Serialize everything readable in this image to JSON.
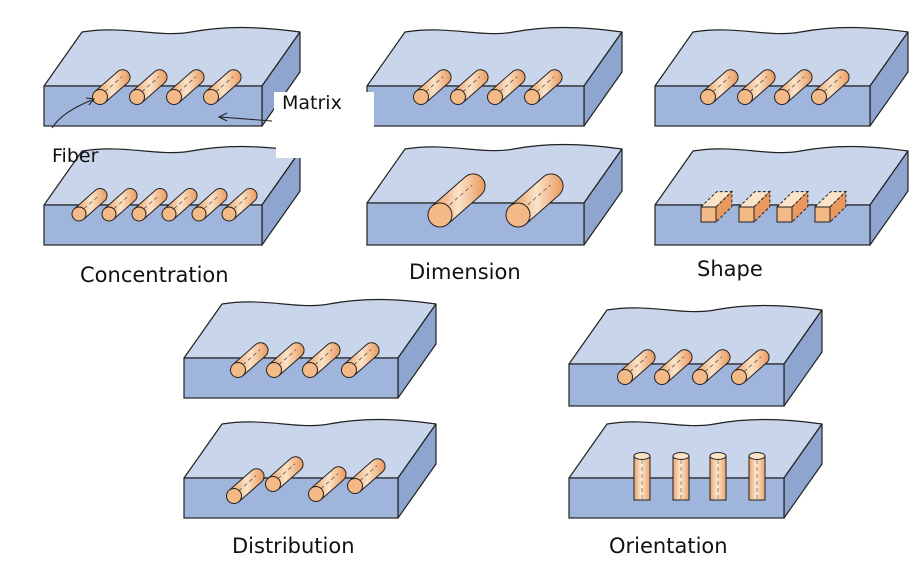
{
  "captions": {
    "concentration": "Concentration",
    "dimension": "Dimension",
    "shape": "Shape",
    "distribution": "Distribution",
    "orientation": "Orientation"
  },
  "callouts": {
    "matrix": "Matrix",
    "fiber": "Fiber"
  },
  "colors": {
    "matrix_top": "#c9d5ea",
    "matrix_front": "#9fb5dc",
    "matrix_side": "#8ea5cf",
    "outline": "#222222",
    "fiber_light": "#fbe3c8",
    "fiber_mid": "#f3b987",
    "fiber_dark": "#e9995e"
  }
}
